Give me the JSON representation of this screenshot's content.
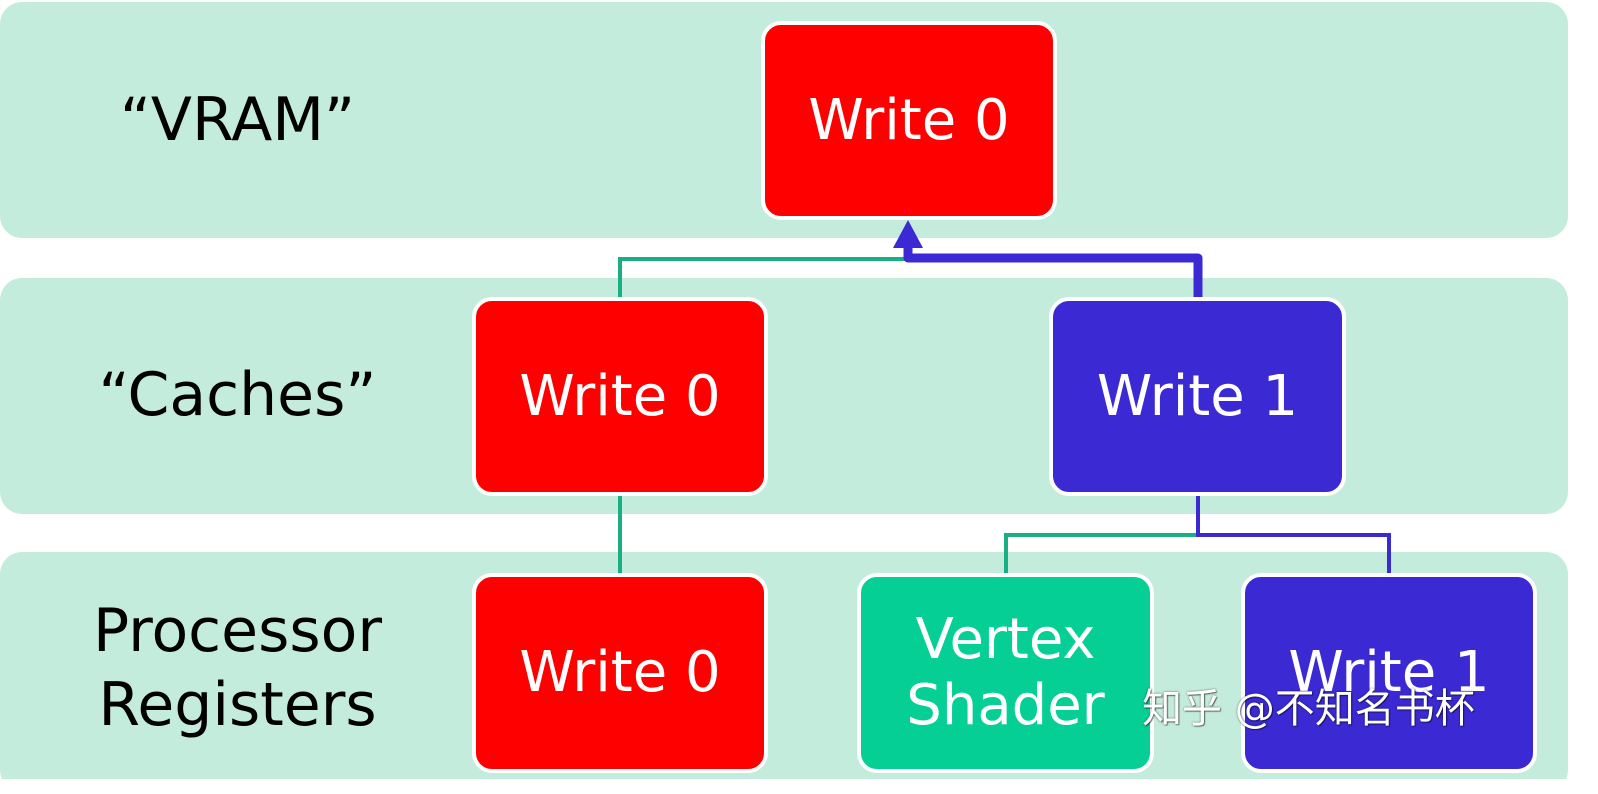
{
  "colors": {
    "band": "#c4ecdc",
    "write0": "#ff0000",
    "write1": "#3b2ad4",
    "shader": "#06cf95",
    "green_line": "#1aaf82",
    "blue_line": "#3b2ad4"
  },
  "levels": {
    "vram": "“VRAM”",
    "caches": "“Caches”",
    "registers": "Processor\nRegisters"
  },
  "nodes": {
    "vram_write0": "Write 0",
    "cache_write0": "Write 0",
    "cache_write1": "Write 1",
    "reg_write0": "Write 0",
    "reg_vertex_shader": "Vertex\nShader",
    "reg_write1": "Write 1"
  },
  "watermark": "知乎 @不知名书杯"
}
